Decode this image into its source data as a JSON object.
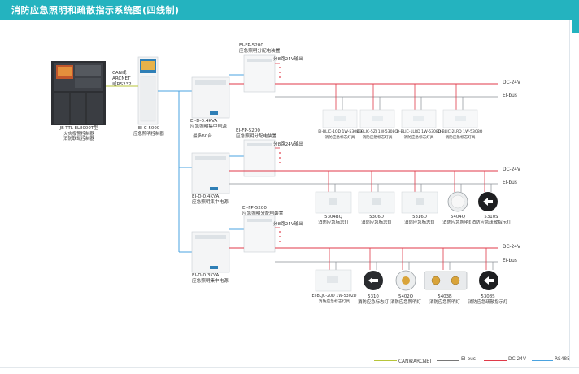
{
  "header": {
    "title": "消防应急照明和疏散指示系统图(四线制)"
  },
  "colors": {
    "accent": "#24b3bf",
    "can": "#b7c53a",
    "eibus": "#777777",
    "dc24": "#e03a49",
    "rs485": "#4aa3e0"
  },
  "devices": {
    "host": {
      "line1": "JB-TTL-EL8000T型",
      "line2": "火灾报警控制器",
      "line3": "消防联动控制器"
    },
    "ctrl": {
      "line1": "EI-C-5000",
      "line2": "应急照明控制器"
    },
    "can_label": {
      "line1": "CAN或",
      "line2": "ARCNET",
      "line3": "或RS232"
    },
    "psu1": {
      "line1": "EI-D-0.4KVA",
      "line2": "应急照明集中电源"
    },
    "psu2": {
      "line1": "EI-D-0.4KVA",
      "line2": "应急照明集中电源"
    },
    "psu3": {
      "line1": "EI-D-0.3KVA",
      "line2": "应急照明集中电源"
    },
    "max_note": "最多60台",
    "dist1": {
      "line1": "EI-FP-5200",
      "line2": "应急照明分配电装置",
      "out": "分8路24V输出"
    },
    "dist2": {
      "line1": "EI-FP-5200",
      "line2": "应急照明分配电装置",
      "out": "分8路24V输出"
    },
    "dist3": {
      "line1": "EI-FP-5200",
      "line2": "应急照明分配电装置",
      "out": "分8路24V输出"
    }
  },
  "buses": {
    "dc": "DC-24V",
    "ei": "EI-bus"
  },
  "row1": [
    {
      "model": "EI-BLJC-1OD 1W-5308Q",
      "name": "消防应急标志灯具"
    },
    {
      "model": "D-BLJC-5ZI 1W-5308Q",
      "name": "消防应急标志灯具"
    },
    {
      "model": "D-BLJC-1LRD 1W-5308Q",
      "name": "消防应急标志灯具"
    },
    {
      "model": "D-BLJC-2LRD 1W-5308Q",
      "name": "消防应急标志灯具"
    }
  ],
  "row2": [
    {
      "model": "5304BQ",
      "name": "消防应急标志灯"
    },
    {
      "model": "5306D",
      "name": "消防应急标志灯"
    },
    {
      "model": "5316D",
      "name": "消防应急标志灯"
    },
    {
      "model": "5404Q",
      "name": "消防应急照明灯"
    },
    {
      "model": "5310S",
      "name": "消防应急疏散指示灯"
    }
  ],
  "row3": [
    {
      "model": "EI-BLJC-20D 1W-5302D",
      "name": "消防应急标志灯具"
    },
    {
      "model": "5310",
      "name": "消防应急标志灯"
    },
    {
      "model": "5402Q",
      "name": "消防应急照明灯"
    },
    {
      "model": "5403B",
      "name": "消防应急照明灯"
    },
    {
      "model": "5308S",
      "name": "消防应急疏散指示灯"
    }
  ],
  "legend": {
    "can": "CAN或ARCNET",
    "ei": "EI-bus",
    "dc": "DC-24V",
    "rs": "RS485"
  }
}
